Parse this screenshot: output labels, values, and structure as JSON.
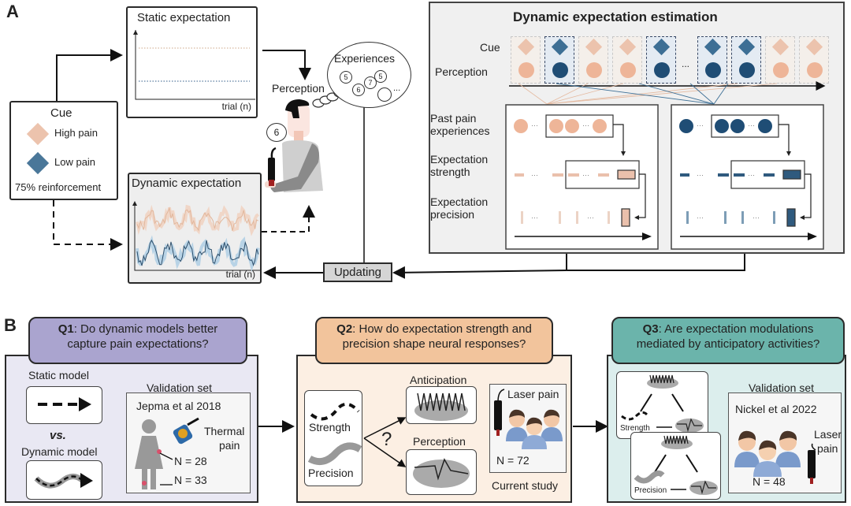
{
  "panelA": {
    "letter": "A",
    "cue_box": {
      "title": "Cue",
      "high_label": "High pain",
      "low_label": "Low pain",
      "reinforcement": "75% reinforcement"
    },
    "static_box": {
      "title": "Static expectation",
      "xlabel": "trial (n)"
    },
    "dynamic_box": {
      "title": "Dynamic expectation",
      "xlabel": "trial (n)"
    },
    "perception_label": "Perception",
    "rating_bubble": "6",
    "experiences": {
      "title": "Experiences",
      "values": [
        "5",
        "7",
        "5",
        "6",
        "",
        "..."
      ]
    },
    "updating_label": "Updating",
    "estimation": {
      "title": "Dynamic expectation estimation",
      "row_cue": "Cue",
      "row_perception": "Perception",
      "trial_sequence": [
        "high",
        "low",
        "high",
        "high",
        "low",
        "...",
        "low",
        "low",
        "high",
        "high"
      ],
      "ellipsis": "...",
      "rows": [
        "Past pain experiences",
        "Expectation strength",
        "Expectation precision"
      ],
      "row1a": "Past pain",
      "row1b": "experiences",
      "row2a": "Expectation",
      "row2b": "strength",
      "row3a": "Expectation",
      "row3b": "precision"
    }
  },
  "panelB": {
    "letter": "B",
    "q1": {
      "prefix": "Q1",
      "line1": ": Do dynamic models better",
      "line2": "capture pain expectations?",
      "static_model": "Static model",
      "vs": "vs.",
      "dynamic_model": "Dynamic model",
      "validation_title": "Validation set",
      "study": "Jepma et al 2018",
      "pain_type_1": "Thermal",
      "pain_type_2": "pain",
      "n1": "N = 28",
      "n2": "N = 33"
    },
    "q2": {
      "prefix": "Q2",
      "line1": ": How do expectation strength and",
      "line2": "precision shape neural responses?",
      "strength": "Strength",
      "precision": "Precision",
      "question_mark": "?",
      "anticipation": "Anticipation",
      "perception": "Perception",
      "laser_pain": "Laser pain",
      "n": "N = 72",
      "current_study": "Current study"
    },
    "q3": {
      "prefix": "Q3",
      "line1": ": Are expectation modulations",
      "line2": "mediated by anticipatory activities?",
      "strength": "Strength",
      "precision": "Precision",
      "validation_title": "Validation set",
      "study": "Nickel et al 2022",
      "laser_1": "Laser",
      "laser_2": "pain",
      "n": "N = 48"
    }
  },
  "colors": {
    "high_pain": "#ecc3ad",
    "low_pain": "#3d6f95",
    "low_pain_dark": "#1f4d75",
    "q1_header": "#aaa4cf",
    "q1_body": "#e9e8f3",
    "q2_header": "#f2c49c",
    "q2_body": "#fcefe3",
    "q3_header": "#6bb4ab",
    "q3_body": "#dceeed",
    "estimation_bg": "#f0f0f0"
  }
}
